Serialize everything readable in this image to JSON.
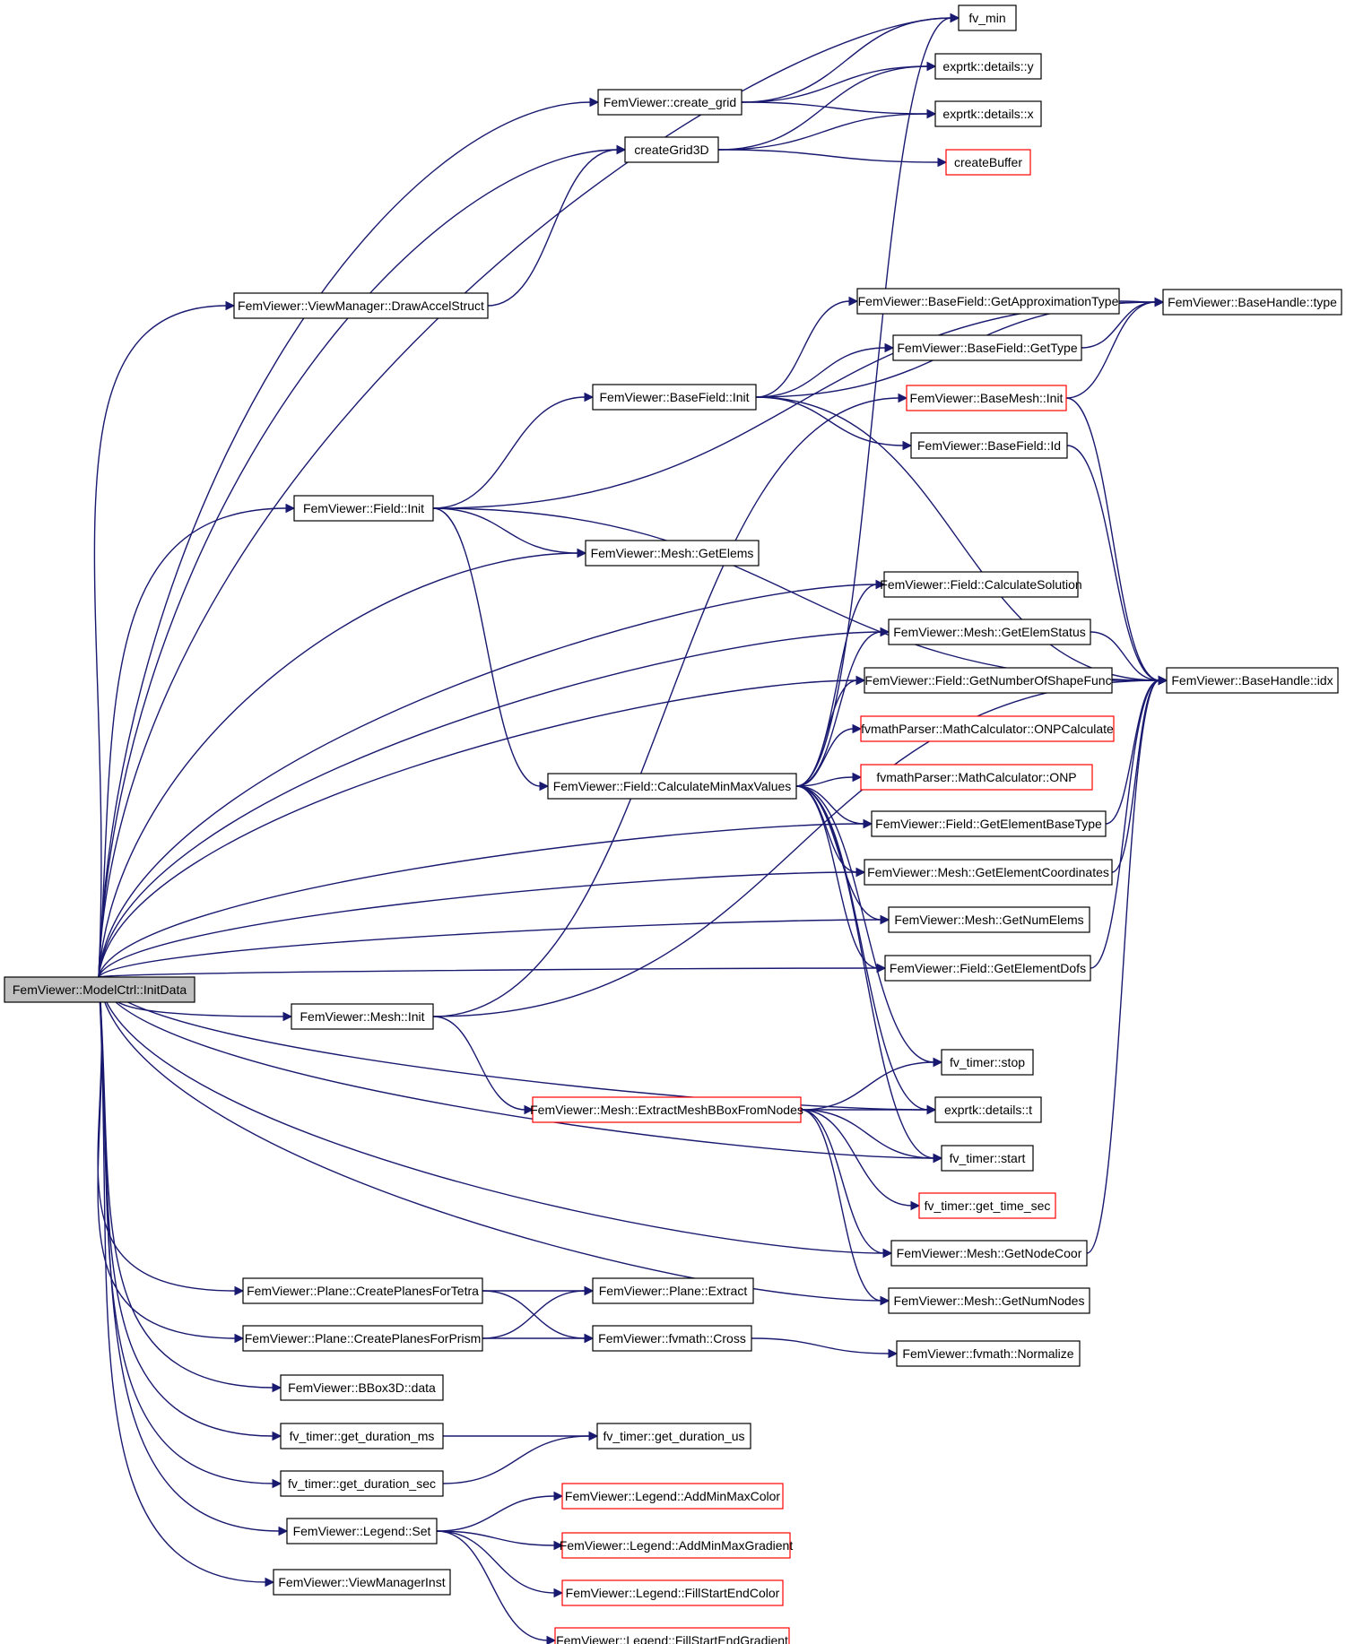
{
  "colors": {
    "edge": "#191970",
    "truncated_border": "#ff0000",
    "root_fill": "#bfbfbf"
  },
  "nodes": [
    {
      "id": "n0",
      "label": "FemViewer::ModelCtrl::InitData",
      "root": true
    },
    {
      "id": "n1",
      "label": "fv_min"
    },
    {
      "id": "n2",
      "label": "FemViewer::create_grid"
    },
    {
      "id": "n3",
      "label": "exprtk::details::y"
    },
    {
      "id": "n4",
      "label": "exprtk::details::x"
    },
    {
      "id": "n5",
      "label": "createGrid3D"
    },
    {
      "id": "n6",
      "label": "createBuffer",
      "truncated": true
    },
    {
      "id": "n7",
      "label": "FemViewer::ViewManager::DrawAccelStruct"
    },
    {
      "id": "n8",
      "label": "FemViewer::BaseField::GetApproximationType"
    },
    {
      "id": "n9",
      "label": "FemViewer::BaseHandle::type"
    },
    {
      "id": "n10",
      "label": "FemViewer::BaseField::GetType"
    },
    {
      "id": "n11",
      "label": "FemViewer::BaseField::Init"
    },
    {
      "id": "n12",
      "label": "FemViewer::BaseMesh::Init",
      "truncated": true
    },
    {
      "id": "n13",
      "label": "FemViewer::BaseField::Id"
    },
    {
      "id": "n14",
      "label": "FemViewer::Field::Init"
    },
    {
      "id": "n15",
      "label": "FemViewer::Mesh::GetElems"
    },
    {
      "id": "n16",
      "label": "FemViewer::Field::CalculateSolution"
    },
    {
      "id": "n17",
      "label": "FemViewer::Mesh::GetElemStatus"
    },
    {
      "id": "n18",
      "label": "FemViewer::BaseHandle::idx"
    },
    {
      "id": "n19",
      "label": "FemViewer::Field::GetNumberOfShapeFunc"
    },
    {
      "id": "n20",
      "label": "fvmathParser::MathCalculator::ONPCalculate",
      "truncated": true
    },
    {
      "id": "n21",
      "label": "FemViewer::Field::CalculateMinMaxValues"
    },
    {
      "id": "n22",
      "label": "fvmathParser::MathCalculator::ONP",
      "truncated": true
    },
    {
      "id": "n23",
      "label": "FemViewer::Field::GetElementBaseType"
    },
    {
      "id": "n24",
      "label": "FemViewer::Mesh::GetElementCoordinates"
    },
    {
      "id": "n25",
      "label": "FemViewer::Mesh::GetNumElems"
    },
    {
      "id": "n26",
      "label": "FemViewer::Field::GetElementDofs"
    },
    {
      "id": "n27",
      "label": "FemViewer::Mesh::Init"
    },
    {
      "id": "n28",
      "label": "fv_timer::stop"
    },
    {
      "id": "n29",
      "label": "FemViewer::Mesh::ExtractMeshBBoxFromNodes",
      "truncated": true
    },
    {
      "id": "n30",
      "label": "exprtk::details::t"
    },
    {
      "id": "n31",
      "label": "fv_timer::start"
    },
    {
      "id": "n32",
      "label": "fv_timer::get_time_sec",
      "truncated": true
    },
    {
      "id": "n33",
      "label": "FemViewer::Mesh::GetNodeCoor"
    },
    {
      "id": "n34",
      "label": "FemViewer::Mesh::GetNumNodes"
    },
    {
      "id": "n35",
      "label": "FemViewer::Plane::CreatePlanesForTetra"
    },
    {
      "id": "n36",
      "label": "FemViewer::Plane::Extract"
    },
    {
      "id": "n37",
      "label": "FemViewer::Plane::CreatePlanesForPrism"
    },
    {
      "id": "n38",
      "label": "FemViewer::fvmath::Cross"
    },
    {
      "id": "n39",
      "label": "FemViewer::fvmath::Normalize"
    },
    {
      "id": "n40",
      "label": "FemViewer::BBox3D::data"
    },
    {
      "id": "n41",
      "label": "fv_timer::get_duration_ms"
    },
    {
      "id": "n42",
      "label": "fv_timer::get_duration_us"
    },
    {
      "id": "n43",
      "label": "fv_timer::get_duration_sec"
    },
    {
      "id": "n44",
      "label": "FemViewer::Legend::AddMinMaxColor",
      "truncated": true
    },
    {
      "id": "n45",
      "label": "FemViewer::Legend::Set"
    },
    {
      "id": "n46",
      "label": "FemViewer::Legend::AddMinMaxGradient",
      "truncated": true
    },
    {
      "id": "n47",
      "label": "FemViewer::Legend::FillStartEndColor",
      "truncated": true
    },
    {
      "id": "n48",
      "label": "FemViewer::ViewManagerInst"
    },
    {
      "id": "n49",
      "label": "FemViewer::Legend::FillStartEndGradient",
      "truncated": true
    }
  ],
  "edges": [
    [
      "n0",
      "n1"
    ],
    [
      "n0",
      "n2"
    ],
    [
      "n0",
      "n5"
    ],
    [
      "n0",
      "n7"
    ],
    [
      "n0",
      "n14"
    ],
    [
      "n0",
      "n15"
    ],
    [
      "n0",
      "n16"
    ],
    [
      "n0",
      "n17"
    ],
    [
      "n0",
      "n19"
    ],
    [
      "n0",
      "n23"
    ],
    [
      "n0",
      "n24"
    ],
    [
      "n0",
      "n25"
    ],
    [
      "n0",
      "n26"
    ],
    [
      "n0",
      "n27"
    ],
    [
      "n0",
      "n30"
    ],
    [
      "n0",
      "n31"
    ],
    [
      "n0",
      "n33"
    ],
    [
      "n0",
      "n34"
    ],
    [
      "n0",
      "n35"
    ],
    [
      "n0",
      "n37"
    ],
    [
      "n0",
      "n40"
    ],
    [
      "n0",
      "n41"
    ],
    [
      "n0",
      "n43"
    ],
    [
      "n0",
      "n45"
    ],
    [
      "n0",
      "n48"
    ],
    [
      "n2",
      "n1"
    ],
    [
      "n2",
      "n3"
    ],
    [
      "n2",
      "n4"
    ],
    [
      "n5",
      "n3"
    ],
    [
      "n5",
      "n4"
    ],
    [
      "n5",
      "n6"
    ],
    [
      "n7",
      "n5"
    ],
    [
      "n8",
      "n9"
    ],
    [
      "n10",
      "n9"
    ],
    [
      "n11",
      "n8"
    ],
    [
      "n11",
      "n10"
    ],
    [
      "n11",
      "n13"
    ],
    [
      "n11",
      "n9"
    ],
    [
      "n11",
      "n18"
    ],
    [
      "n12",
      "n9"
    ],
    [
      "n12",
      "n18"
    ],
    [
      "n13",
      "n18"
    ],
    [
      "n14",
      "n11"
    ],
    [
      "n14",
      "n15"
    ],
    [
      "n14",
      "n9"
    ],
    [
      "n14",
      "n18"
    ],
    [
      "n14",
      "n21"
    ],
    [
      "n17",
      "n18"
    ],
    [
      "n19",
      "n18"
    ],
    [
      "n21",
      "n1"
    ],
    [
      "n21",
      "n16"
    ],
    [
      "n21",
      "n17"
    ],
    [
      "n21",
      "n19"
    ],
    [
      "n21",
      "n20"
    ],
    [
      "n21",
      "n22"
    ],
    [
      "n21",
      "n23"
    ],
    [
      "n21",
      "n24"
    ],
    [
      "n21",
      "n25"
    ],
    [
      "n21",
      "n26"
    ],
    [
      "n21",
      "n28"
    ],
    [
      "n21",
      "n30"
    ],
    [
      "n21",
      "n31"
    ],
    [
      "n23",
      "n18"
    ],
    [
      "n24",
      "n18"
    ],
    [
      "n26",
      "n18"
    ],
    [
      "n27",
      "n12"
    ],
    [
      "n27",
      "n18"
    ],
    [
      "n27",
      "n29"
    ],
    [
      "n29",
      "n28"
    ],
    [
      "n29",
      "n30"
    ],
    [
      "n29",
      "n31"
    ],
    [
      "n29",
      "n32"
    ],
    [
      "n29",
      "n33"
    ],
    [
      "n29",
      "n34"
    ],
    [
      "n33",
      "n18"
    ],
    [
      "n35",
      "n36"
    ],
    [
      "n35",
      "n38"
    ],
    [
      "n37",
      "n36"
    ],
    [
      "n37",
      "n38"
    ],
    [
      "n38",
      "n39"
    ],
    [
      "n41",
      "n42"
    ],
    [
      "n43",
      "n42"
    ],
    [
      "n45",
      "n44"
    ],
    [
      "n45",
      "n46"
    ],
    [
      "n45",
      "n47"
    ],
    [
      "n45",
      "n49"
    ]
  ]
}
